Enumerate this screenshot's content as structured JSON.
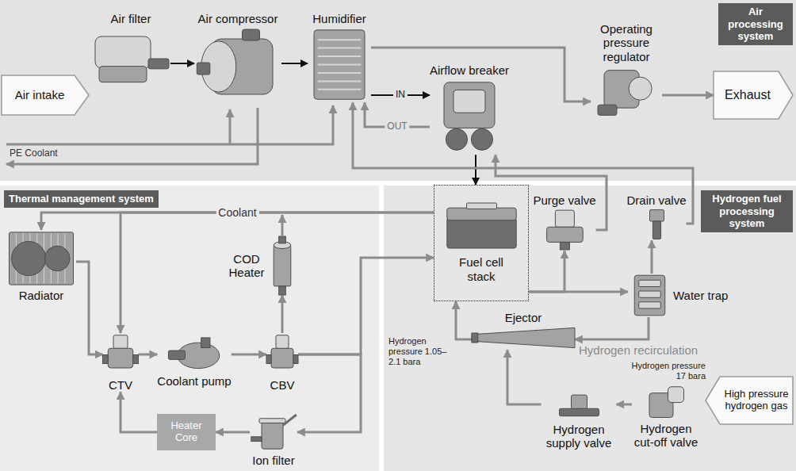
{
  "diagram": {
    "nodes": [
      {
        "text": [
          "Air processing system"
        ]
      },
      {
        "text": [
          "Air intake"
        ],
        "in": 0
      },
      {
        "text": [
          "Air filter"
        ],
        "in": 0
      },
      {
        "text": [
          "Air compressor"
        ],
        "in": 0
      },
      {
        "text": [
          "Humidifier"
        ],
        "in": 0
      },
      {
        "text": [
          "Airflow breaker"
        ],
        "in": 0
      },
      {
        "text": [
          "Operating pressure regulator"
        ],
        "in": 0
      },
      {
        "text": [
          "Exhaust"
        ],
        "in": 0
      },
      {
        "text": [
          "Thermal management system"
        ]
      },
      {
        "text": [
          "Radiator"
        ],
        "in": 8
      },
      {
        "text": [
          "COD Heater"
        ],
        "in": 8
      },
      {
        "text": [
          "CTV"
        ],
        "in": 8
      },
      {
        "text": [
          "Coolant pump"
        ],
        "in": 8
      },
      {
        "text": [
          "CBV"
        ],
        "in": 8
      },
      {
        "text": [
          "Heater Core"
        ],
        "in": 8
      },
      {
        "text": [
          "Ion filter"
        ],
        "in": 8
      },
      {
        "text": [
          "Hydrogen fuel processing system"
        ]
      },
      {
        "text": [
          "Fuel cell stack"
        ],
        "in": 16
      },
      {
        "text": [
          "Purge valve"
        ],
        "in": 16
      },
      {
        "text": [
          "Drain valve"
        ],
        "in": 16
      },
      {
        "text": [
          "Water trap"
        ],
        "in": 16
      },
      {
        "text": [
          "Ejector"
        ],
        "in": 16
      },
      {
        "text": [
          "Hydrogen supply valve"
        ],
        "in": 16
      },
      {
        "text": [
          "Hydrogen cut-off valve"
        ],
        "in": 16
      },
      {
        "text": [
          "High pressure hydrogen gas"
        ],
        "in": 16
      }
    ],
    "edges": [
      {
        "from": 2,
        "to": 3,
        "arrow": "to"
      },
      {
        "from": 3,
        "to": 4,
        "arrow": "to"
      },
      {
        "from": 4,
        "to": 5,
        "label": "IN",
        "arrow": "to"
      },
      {
        "from": 5,
        "to": 4,
        "label": "OUT",
        "arrow": "to"
      },
      {
        "from": 4,
        "to": 6,
        "arrow": "to"
      },
      {
        "from": 6,
        "to": 7,
        "arrow": "to"
      },
      {
        "from": 5,
        "to": 17,
        "arrow": "to"
      },
      {
        "from": 18,
        "to": 5,
        "arrow": "to"
      },
      {
        "from": 19,
        "to": 4,
        "arrow": "to"
      },
      {
        "from": 17,
        "to": 9,
        "label": "Coolant",
        "arrow": "to"
      },
      {
        "from": 17,
        "to": 11,
        "arrow": "to"
      },
      {
        "from": 9,
        "to": 11,
        "arrow": "to"
      },
      {
        "from": 11,
        "to": 12,
        "arrow": "to"
      },
      {
        "from": 12,
        "to": 13,
        "arrow": "to"
      },
      {
        "from": 13,
        "to": 10,
        "arrow": "to"
      },
      {
        "from": 13,
        "to": 17,
        "arrow": "to"
      },
      {
        "from": 13,
        "to": 15,
        "arrow": "to"
      },
      {
        "from": 15,
        "to": 14,
        "arrow": "to"
      },
      {
        "from": 14,
        "to": 11,
        "arrow": "to"
      },
      {
        "from": 17,
        "to": 18,
        "arrow": "to"
      },
      {
        "from": 17,
        "to": 20,
        "arrow": "to"
      },
      {
        "from": 20,
        "to": 19,
        "arrow": "to"
      },
      {
        "from": 20,
        "to": 21,
        "arrow": "to"
      },
      {
        "from": 21,
        "to": 17,
        "arrow": "to"
      },
      {
        "from": 22,
        "to": 21,
        "arrow": "to"
      },
      {
        "from": 23,
        "to": 22,
        "arrow": "to"
      }
    ],
    "labels": [
      "PE Coolant",
      "Hydrogen recirculation",
      "Hydrogen pressure 1.05–2.1 bara",
      "Hydrogen pressure 17 bara"
    ]
  }
}
